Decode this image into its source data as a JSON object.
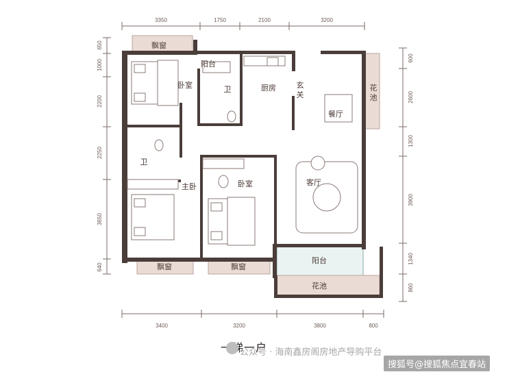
{
  "dims_top": [
    "3350",
    "1750",
    "2100",
    "3200"
  ],
  "dims_bottom": [
    "3400",
    "3200",
    "3800",
    "800"
  ],
  "dims_left": [
    "650",
    "1000",
    "2200",
    "2250",
    "3650",
    "640"
  ],
  "dims_right": [
    "600",
    "2600",
    "1300",
    "3900",
    "1340",
    "860"
  ],
  "rooms": {
    "bay_window_top": "飘窗",
    "balcony_small": "阳台",
    "bedroom_nw": "卧室",
    "bath_upper": "卫",
    "kitchen": "厨房",
    "entrance": "玄关",
    "flower_bed_east": "花池",
    "dining": "餐厅",
    "bath_lower": "卫",
    "master_bedroom": "主卧",
    "bedroom_middle": "卧室",
    "living": "客厅",
    "balcony_large": "阳台",
    "flower_bed_south": "花池",
    "bay_window_sw": "飘窗",
    "bay_window_s": "飘窗"
  },
  "caption": "一梯一户",
  "watermark": "公众号 · 海南鑫房阁房地产导购平台",
  "badge": "搜狐号@搜狐焦点宜春站",
  "colors": {
    "wall": "#4a3d3a",
    "bay_window": "#eadbd4",
    "balcony_fill": "#eaf3f2"
  }
}
